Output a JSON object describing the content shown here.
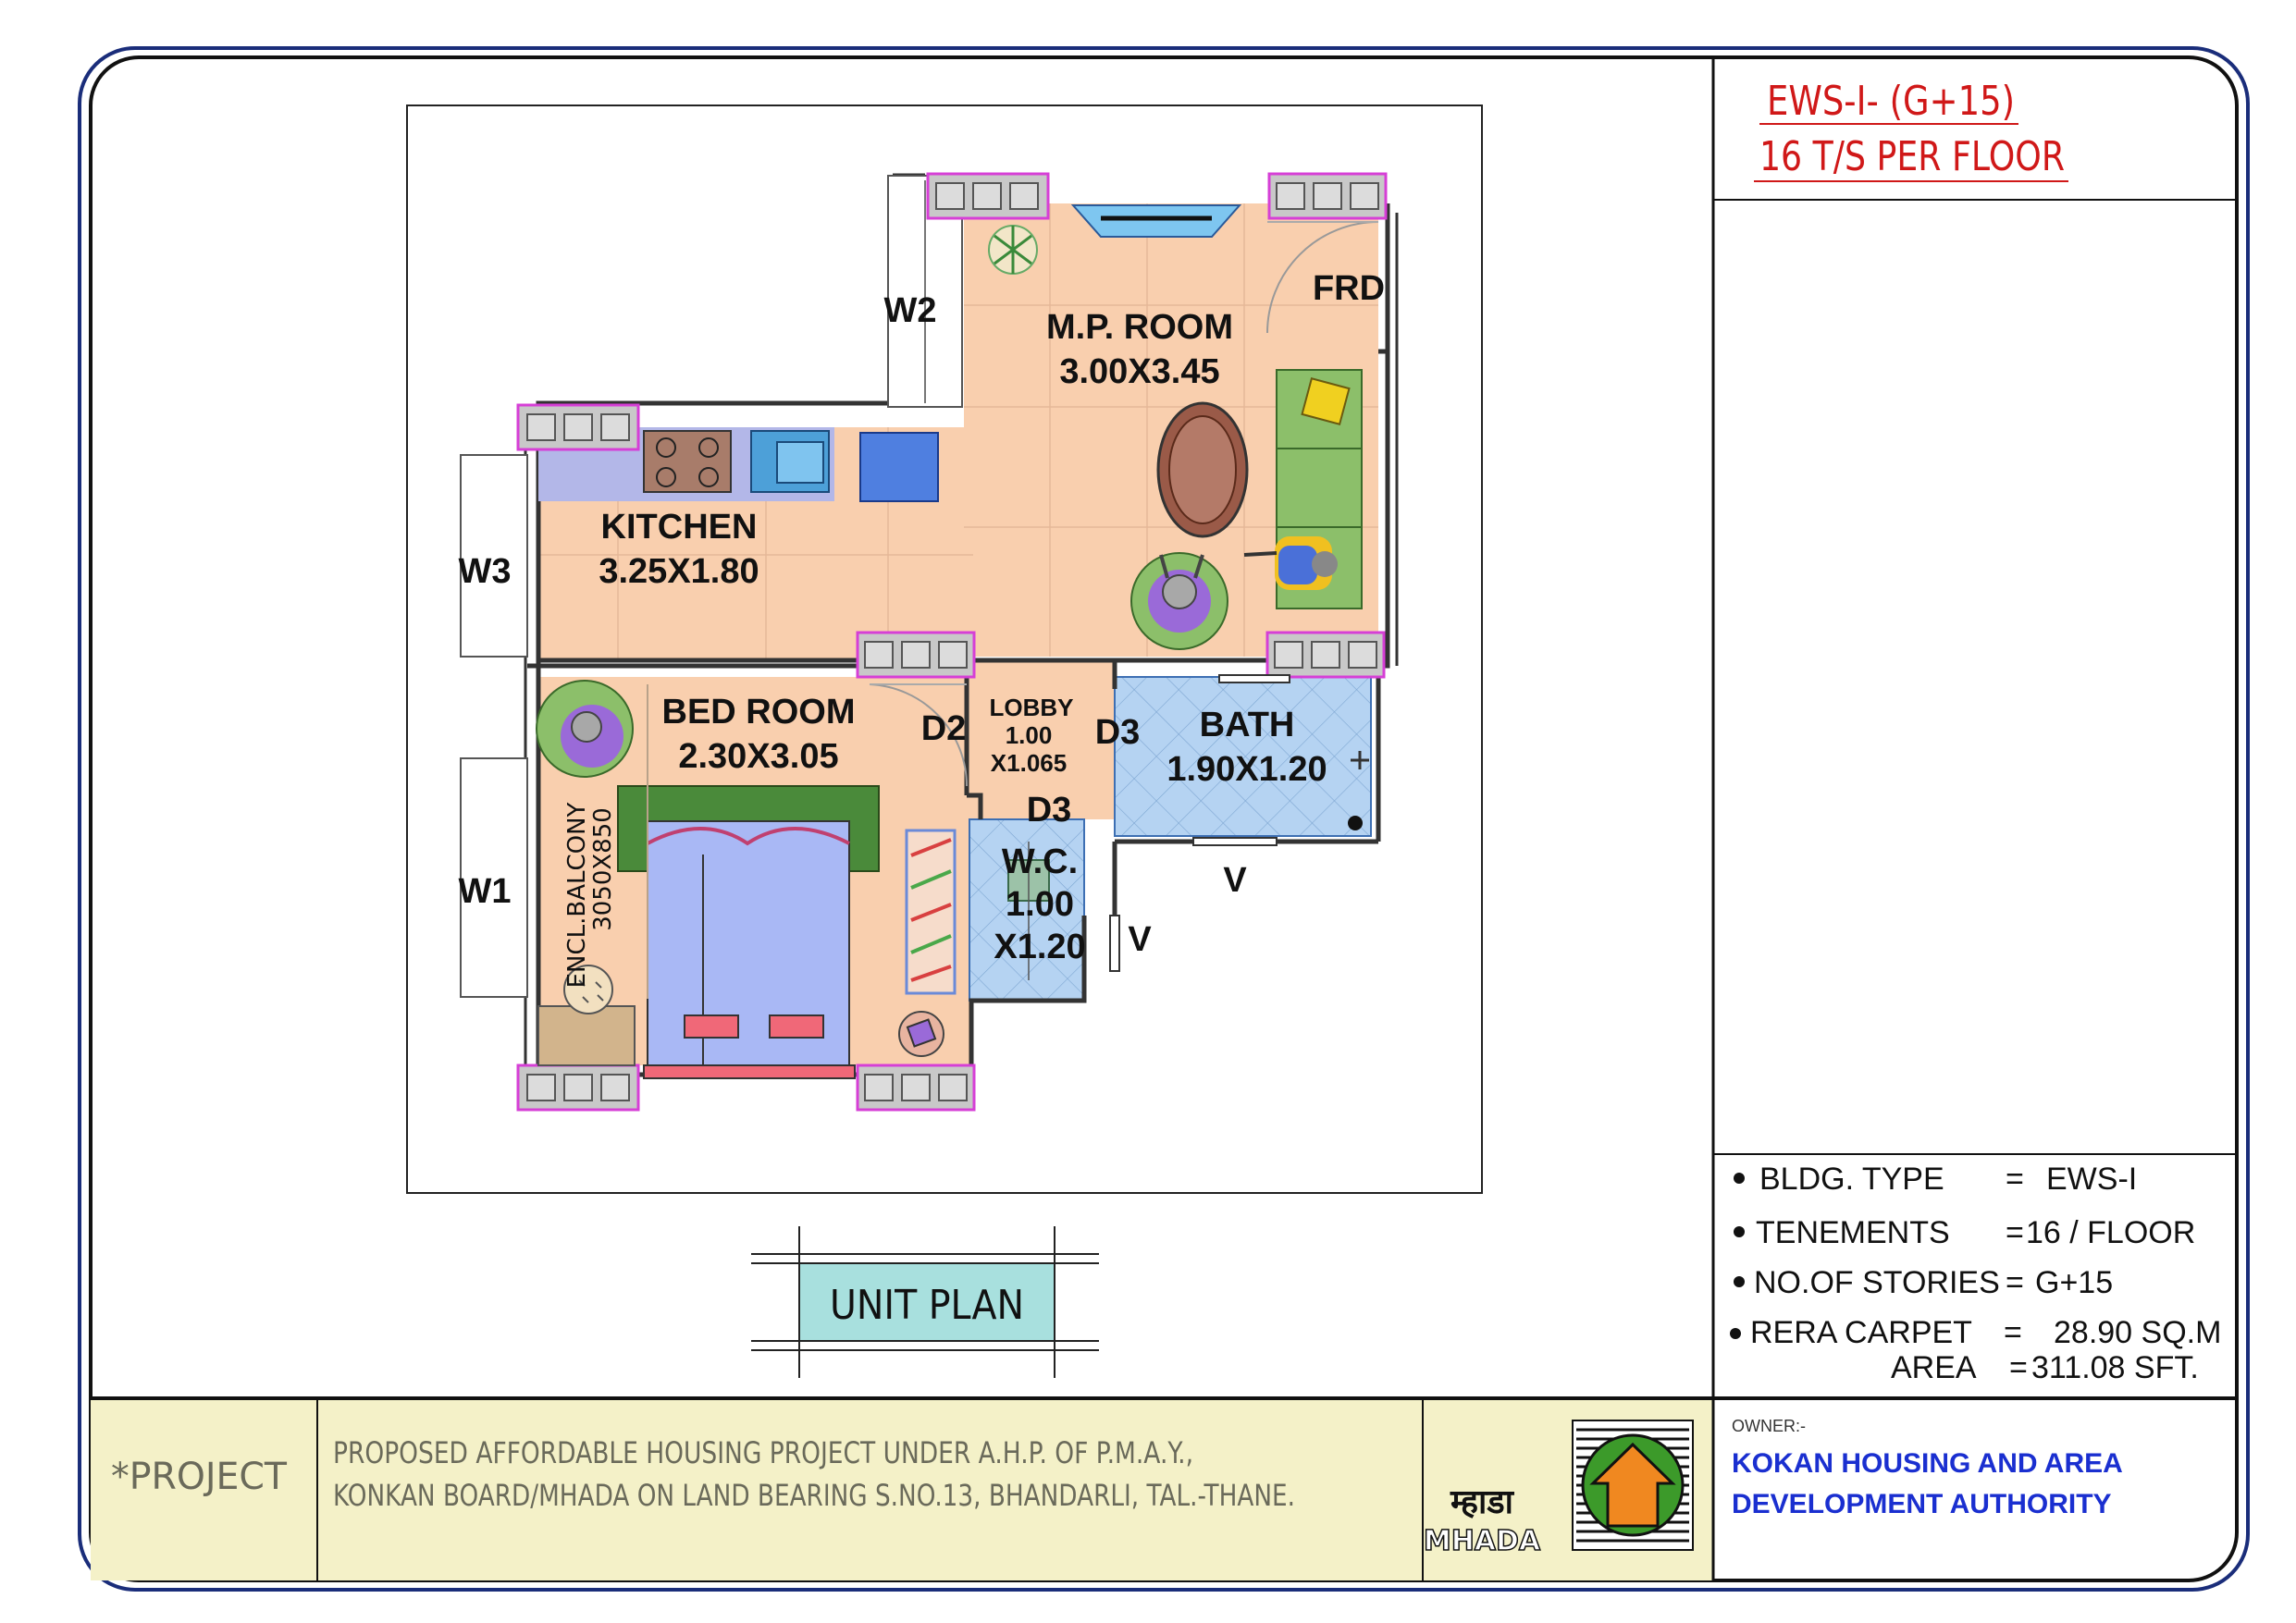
{
  "title_block": {
    "line1": "EWS-I- (G+15)",
    "line2": "16 T/S PER FLOOR",
    "accent_color": "#d01818"
  },
  "specs": [
    {
      "label": "BLDG. TYPE",
      "sep": "=",
      "value": "EWS-I"
    },
    {
      "label": "TENEMENTS",
      "sep": "=",
      "value": "16 / FLOOR"
    },
    {
      "label": "NO.OF STORIES",
      "sep": "=",
      "value": "G+15"
    },
    {
      "label": "RERA CARPET",
      "sep": "=",
      "value": "28.90 SQ.M"
    },
    {
      "label": "AREA",
      "sep": "=",
      "value": "311.08 SFT."
    }
  ],
  "plan": {
    "caption": "UNIT PLAN",
    "rooms": {
      "mp_room": {
        "name": "M.P. ROOM",
        "size": "3.00X3.45"
      },
      "kitchen": {
        "name": "KITCHEN",
        "size": "3.25X1.80"
      },
      "bed_room": {
        "name": "BED ROOM",
        "size": "2.30X3.05"
      },
      "lobby": {
        "name": "LOBBY",
        "size1": "1.00",
        "size2": "X1.065"
      },
      "bath": {
        "name": "BATH",
        "size": "1.90X1.20"
      },
      "wc": {
        "name": "W.C.",
        "size1": "1.00",
        "size2": "X1.20"
      },
      "balcony": {
        "name": "ENCL.BALCONY",
        "size": "3050X850"
      }
    },
    "labels": {
      "frd": "FRD",
      "w1": "W1",
      "w2": "W2",
      "w3": "W3",
      "d2": "D2",
      "d3a": "D3",
      "d3b": "D3",
      "v1": "V",
      "v2": "V"
    },
    "colors": {
      "floor": "#f9cfae",
      "wet": "#b5d3f2",
      "column": "#c8c8c8",
      "column_border": "#d63fd6",
      "sofa": "#8cbf6a",
      "bed": "#a9b8f5"
    }
  },
  "footer": {
    "project_label": "*PROJECT",
    "description1": "PROPOSED AFFORDABLE HOUSING PROJECT UNDER A.H.P. OF P.M.A.Y.,",
    "description2": "KONKAN BOARD/MHADA ON LAND BEARING  S.NO.13, BHANDARLI, TAL.-THANE.",
    "logo_text_devanagari": "म्हाडा",
    "logo_text": "MHADA",
    "owner_label": "OWNER:-",
    "owner_line1": "KOKAN HOUSING AND AREA",
    "owner_line2": "DEVELOPMENT AUTHORITY",
    "owner_color": "#1a2fd0",
    "bg_color": "#f4f1c8"
  }
}
